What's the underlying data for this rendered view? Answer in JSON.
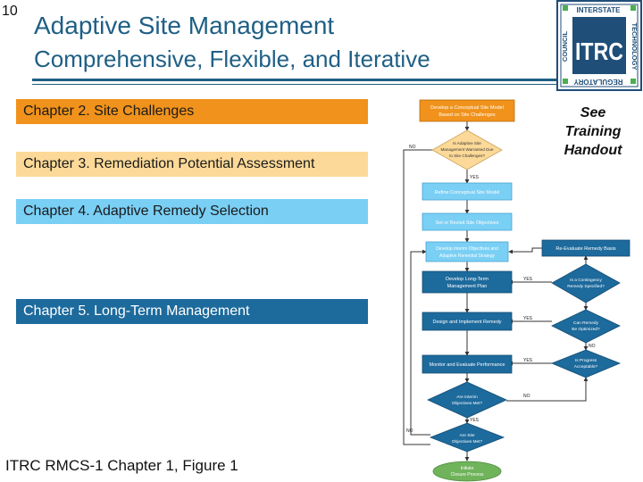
{
  "slide_number": "10",
  "title": "Adaptive Site Management",
  "subtitle": "Comprehensive, Flexible, and Iterative",
  "logo": {
    "main": "ITRC",
    "top": "INTERSTATE",
    "left": "COUNCIL",
    "right": "TECHNOLOGY",
    "bottom": "REGULATORY"
  },
  "chapters": [
    "Chapter 2. Site Challenges",
    "Chapter 3. Remediation Potential Assessment",
    "Chapter 4. Adaptive Remedy Selection",
    "Chapter 5. Long-Term Management"
  ],
  "side_note": [
    "See",
    "Training",
    "Handout"
  ],
  "caption": "ITRC RMCS-1 Chapter 1, Figure 1",
  "flowchart": {
    "start_box": [
      "Develop a Conceptual Site Model",
      "Based on Site Challenges"
    ],
    "decision_adaptive": [
      "Is Adaptive Site",
      "Management Warranted Due",
      "to Site Challenges?"
    ],
    "refine_csm": "Refine Conceptual Site Model",
    "set_objectives": "Set or Revisit Site Objectives",
    "interim_objectives": [
      "Develop Interim Objectives and",
      "Adaptive Remedial Strategy"
    ],
    "long_term_plan": [
      "Develop Long-Term",
      "Management Plan"
    ],
    "design_implement": "Design and Implement Remedy",
    "monitor_evaluate": "Monitor and Evaluate Performance",
    "decision_interim_met": [
      "Are Interim",
      "Objectives Met?"
    ],
    "decision_site_met": [
      "Are Site",
      "Objectives Met?"
    ],
    "closure": [
      "Initiate",
      "Closure Process"
    ],
    "reevaluate": "Re-Evaluate Remedy Basis",
    "decision_contingency": [
      "Is a Contingency",
      "Remedy Specified?"
    ],
    "decision_optimized": [
      "Can Remedy",
      "Be Optimized?"
    ],
    "decision_progress": [
      "Is Progress",
      "Acceptable?"
    ],
    "labels": {
      "yes": "YES",
      "no": "NO"
    }
  }
}
